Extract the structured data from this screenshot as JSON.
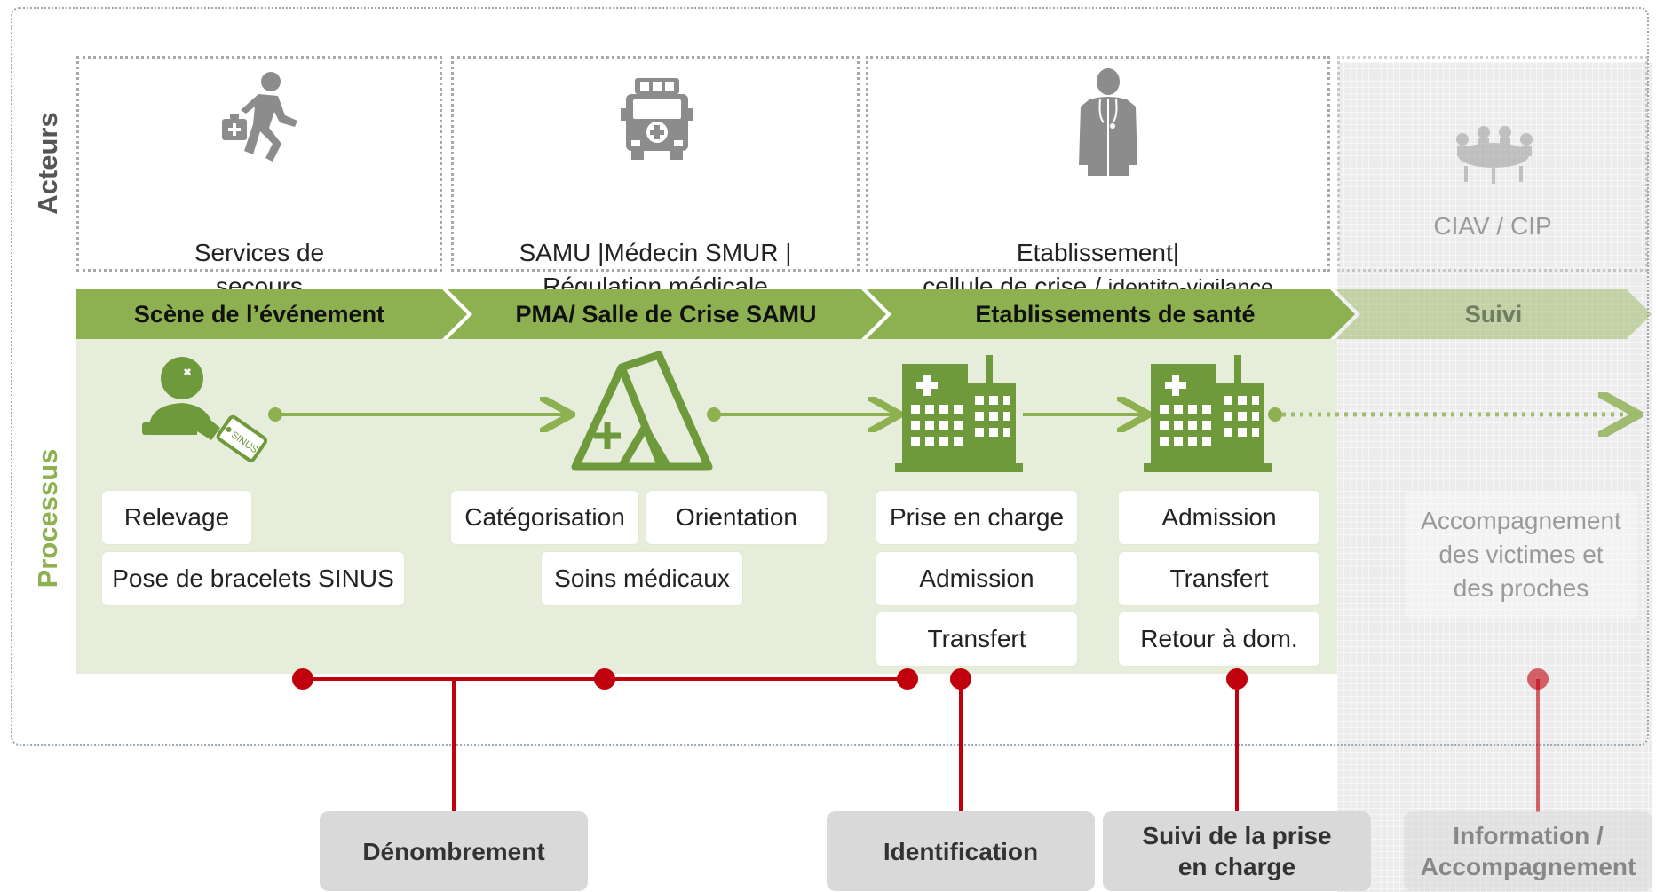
{
  "actors": {
    "side_label": "Acteurs",
    "items": [
      {
        "label_line1": "Services de",
        "label_line2": "secours",
        "icon": "runner-with-medkit-icon"
      },
      {
        "label_line1": "SAMU |Médecin SMUR |",
        "label_line2": "Régulation médicale",
        "icon": "ambulance-icon"
      },
      {
        "label_line1": "Etablissement|",
        "label_line2": "cellule de crise / ",
        "label_line2_small": "identito-vigilance",
        "icon": "doctor-icon"
      },
      {
        "label_line1": "CIAV / CIP",
        "icon": "meeting-table-icon"
      }
    ]
  },
  "stages": [
    {
      "label": "Scène de l’événement"
    },
    {
      "label": "PMA/ Salle de Crise SAMU"
    },
    {
      "label": "Etablissements de santé"
    },
    {
      "label": "Suivi"
    }
  ],
  "process": {
    "side_label": "Processus",
    "icons": [
      "injured-person-with-tag-icon",
      "tent-icon",
      "hospital-icon",
      "hospital-icon"
    ],
    "tag_text": "SINUS",
    "scene_steps": [
      "Relevage",
      "Pose de bracelets SINUS"
    ],
    "pma_steps": [
      "Catégorisation",
      "Orientation",
      "Soins médicaux"
    ],
    "hospital1_steps": [
      "Prise en charge",
      "Admission",
      "Transfert"
    ],
    "hospital2_steps": [
      "Admission",
      "Transfert",
      "Retour à dom."
    ],
    "suivi_text_line1": "Accompagnement",
    "suivi_text_line2": "des victimes et",
    "suivi_text_line3": "des proches"
  },
  "outputs": [
    {
      "line1": "Dénombrement"
    },
    {
      "line1": "Identification"
    },
    {
      "line1": "Suivi de la prise",
      "line2": "en charge"
    },
    {
      "line1": "Information /",
      "line2": "Accompagnement"
    }
  ],
  "colors": {
    "green": "#8db050",
    "green_dark": "#6f9a3c",
    "green_light": "#e6eedb",
    "red": "#c0000c",
    "gray_icon": "#8c8c8c",
    "output_gray": "#d9d9d9"
  }
}
